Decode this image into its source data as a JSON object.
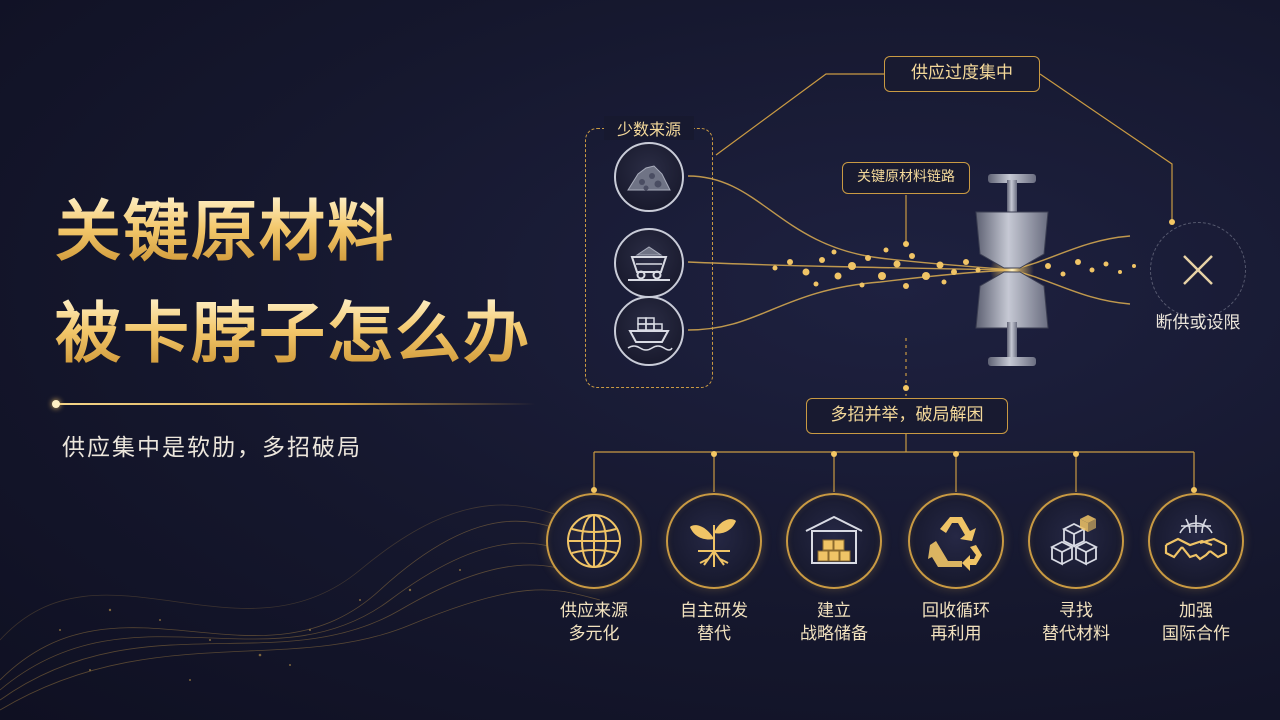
{
  "hero": {
    "title_line1": "关键原材料",
    "title_line2": "被卡脖子怎么办",
    "subtitle": "供应集中是软肋，多招破局"
  },
  "diagram": {
    "top_label": "供应过度集中",
    "source_group_label": "少数来源",
    "chain_label": "关键原材料链路",
    "result_label": "断供或设限",
    "solutions_label": "多招并举，破局解困",
    "sources": [
      {
        "icon": "ore-pile-icon"
      },
      {
        "icon": "mine-cart-icon"
      },
      {
        "icon": "cargo-ship-icon"
      }
    ],
    "solutions": [
      {
        "icon": "globe-icon",
        "line1": "供应来源",
        "line2": "多元化"
      },
      {
        "icon": "sprout-icon",
        "line1": "自主研发",
        "line2": "替代"
      },
      {
        "icon": "warehouse-icon",
        "line1": "建立",
        "line2": "战略储备"
      },
      {
        "icon": "recycle-icon",
        "line1": "回收循环",
        "line2": "再利用"
      },
      {
        "icon": "cubes-icon",
        "line1": "寻找",
        "line2": "替代材料"
      },
      {
        "icon": "handshake-globe-icon",
        "line1": "加强",
        "line2": "国际合作"
      }
    ]
  },
  "colors": {
    "background": "#15172d",
    "gold": "#e8b752",
    "gold_light": "#f4d99a",
    "silver": "#c9ccd8"
  }
}
